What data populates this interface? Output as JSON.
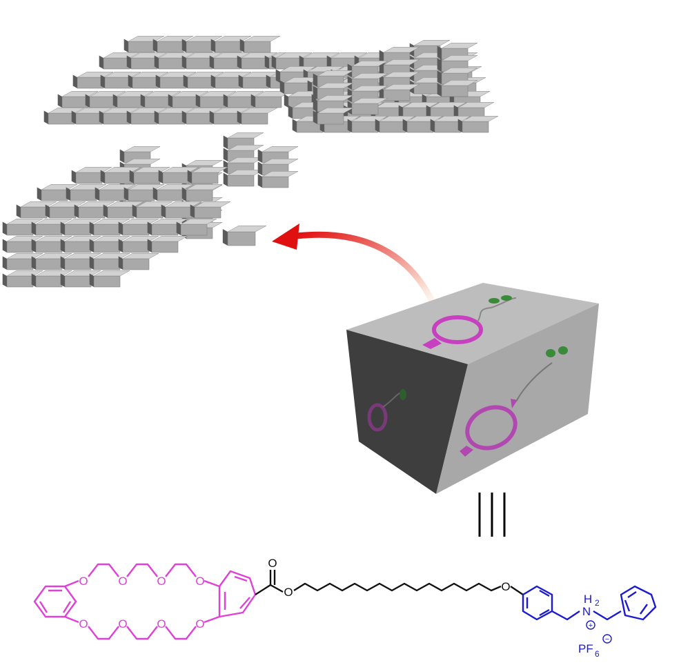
{
  "colors": {
    "crown_ether": "#e040d8",
    "ammonium": "#1a1ad0",
    "linker": "#111111",
    "arrow_start": "#f8ddd0",
    "arrow_end": "#e01010",
    "block_top": "#d2d2d2",
    "block_front": "#a9a9a9",
    "block_side": "#5a5a5a",
    "big_block_top": "#bdbdbd",
    "big_block_front": "#a6a6a6",
    "big_block_side": "#3c3c3c",
    "tether_green": "#3a8a3a"
  },
  "labels": {
    "oxygen": "O",
    "carbonyl_oxygen": "O",
    "ammonium_n": "N",
    "ammonium_h": "H",
    "ammonium_h_count": "2",
    "cation_charge": "+",
    "counterion": "PF",
    "counterion_count": "6",
    "anion_charge": "−"
  },
  "icons": {
    "assembly": "block-assembly",
    "monomer": "monomer-block",
    "arrow": "curved-arrow",
    "equivalence": "triple-bar-equivalence"
  }
}
